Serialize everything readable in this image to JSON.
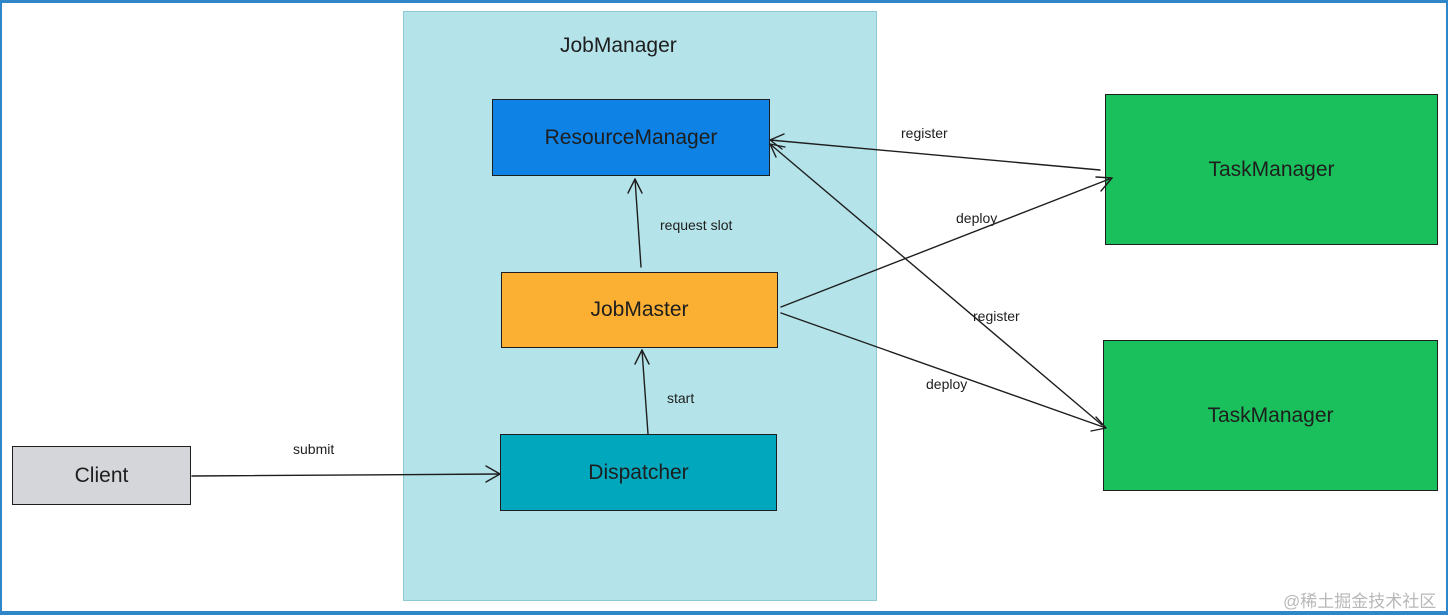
{
  "diagram": {
    "container_title": "JobManager",
    "nodes": {
      "resource_manager": "ResourceManager",
      "job_master": "JobMaster",
      "dispatcher": "Dispatcher",
      "client": "Client",
      "task_manager_1": "TaskManager",
      "task_manager_2": "TaskManager"
    },
    "edges": {
      "submit": "submit",
      "start": "start",
      "request_slot": "request slot",
      "register_1": "register",
      "deploy_1": "deploy",
      "register_2": "register",
      "deploy_2": "deploy"
    },
    "colors": {
      "jobmanager_bg": "#b4e4ea",
      "resource_manager": "#0e82e5",
      "job_master": "#fbb033",
      "dispatcher": "#00a7bd",
      "client": "#d4d6d9",
      "task_manager": "#1ac05b"
    }
  },
  "watermark": "@稀土掘金技术社区"
}
